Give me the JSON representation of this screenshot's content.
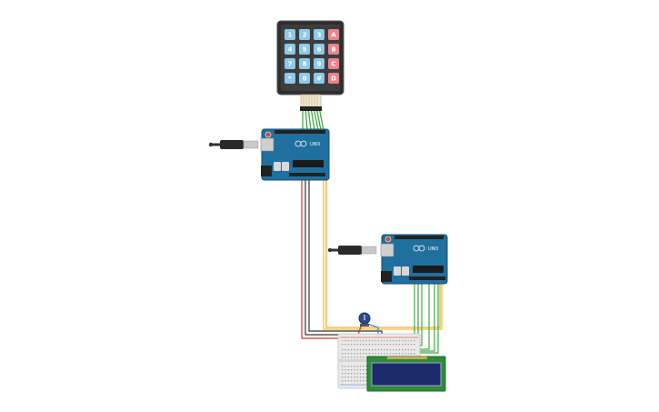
{
  "keypad": {
    "rows": [
      [
        "1",
        "2",
        "3",
        "A"
      ],
      [
        "4",
        "5",
        "6",
        "B"
      ],
      [
        "7",
        "8",
        "9",
        "C"
      ],
      [
        "*",
        "0",
        "#",
        "D"
      ]
    ]
  },
  "arduino_label": "UNO",
  "colors": {
    "board": "#1f6f9f",
    "keypad_body": "#2e2e2e",
    "key_digit": "#8ec9e8",
    "key_letter": "#e9848a",
    "wire_red": "#d62c2c",
    "wire_black": "#333333",
    "wire_yellow": "#f2c12e",
    "wire_orange": "#e89a2a",
    "wire_green": "#3faa3f",
    "wire_blue": "#3a7fd6",
    "breadboard": "#e9e9e9",
    "lcd_pcb": "#2e8b3a",
    "lcd_screen": "#1d2a6b"
  }
}
